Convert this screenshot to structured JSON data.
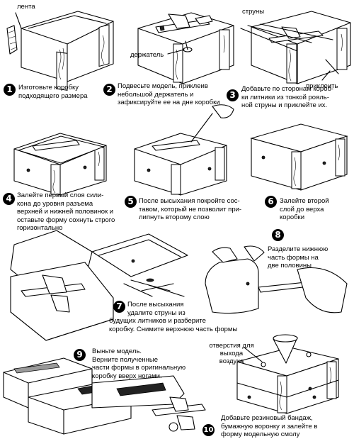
{
  "labels": {
    "tape": "лента",
    "strings": "струны",
    "holder": "держатель",
    "glue": "приклеить",
    "vents": [
      "отверстия для",
      "выхода",
      "воздуха"
    ]
  },
  "steps": [
    {
      "number": "1",
      "lines": [
        "Изготовьте коробку",
        "подходящего размера"
      ]
    },
    {
      "number": "2",
      "lines": [
        "Подвесьте модель, приклеив",
        "небольшой держатель и",
        "зафиксируйте ее на дне коробки"
      ]
    },
    {
      "number": "3",
      "lines": [
        "Добавьте по сторонам короб-",
        "ки литники из тонкой рояль-",
        "ной струны и приклейте их."
      ]
    },
    {
      "number": "4",
      "lines": [
        "Залейте первый слоя сили-",
        "кона до уровня разъема",
        "верхней и нижней половинок и",
        "оставьте форму сохнуть строго",
        "горизонтально"
      ]
    },
    {
      "number": "5",
      "lines": [
        "После высыхания покройте сос-",
        "тавом, который не позволит при-",
        "липнуть второму слою"
      ]
    },
    {
      "number": "6",
      "lines": [
        "Залейте второй",
        "слой до верха",
        "коробки"
      ]
    },
    {
      "number": "7",
      "lines": [
        "После высыхания",
        "удалите струны из",
        "будущих литников и разберите",
        "коробку. Снимите верхнюю часть формы"
      ]
    },
    {
      "number": "8",
      "lines": [
        "Разделите нижнюю",
        "часть формы на",
        "две половины"
      ]
    },
    {
      "number": "9",
      "lines": [
        "Выньте модель.",
        "Верните полученные",
        "части  формы в оригинальную",
        "коробку вверх ногами."
      ]
    },
    {
      "number": "10",
      "lines": [
        "Добавьте резиновый бандаж,",
        "бумажную воронку и залейте в",
        "форму модельную смолу"
      ]
    }
  ]
}
